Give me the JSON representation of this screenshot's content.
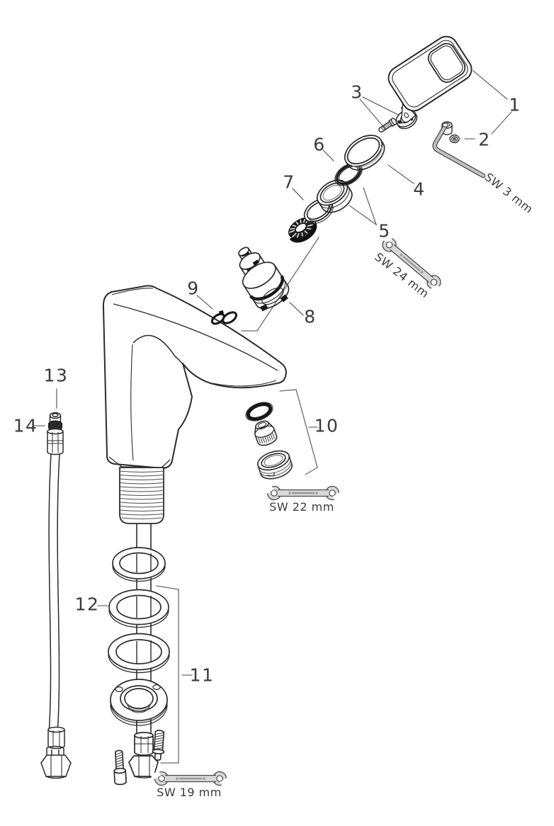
{
  "diagram": {
    "kind": "exploded-parts-diagram",
    "subject": "single-lever basin mixer faucet",
    "colors": {
      "background": "#ffffff",
      "line": "#2b2b2b",
      "leader": "#6a6a6a",
      "label_text": "#3a3a3a",
      "tool_fill": "#d8d8d8",
      "rubber_black": "#1c1c1c"
    },
    "part_labels": [
      {
        "id": 1,
        "label": "1"
      },
      {
        "id": 2,
        "label": "2"
      },
      {
        "id": 3,
        "label": "3"
      },
      {
        "id": 4,
        "label": "4"
      },
      {
        "id": 5,
        "label": "5"
      },
      {
        "id": 6,
        "label": "6"
      },
      {
        "id": 7,
        "label": "7"
      },
      {
        "id": 8,
        "label": "8"
      },
      {
        "id": 9,
        "label": "9"
      },
      {
        "id": 10,
        "label": "10"
      },
      {
        "id": 11,
        "label": "11"
      },
      {
        "id": 12,
        "label": "12"
      },
      {
        "id": 13,
        "label": "13"
      },
      {
        "id": 14,
        "label": "14"
      }
    ],
    "tool_labels": [
      {
        "id": "sw-3",
        "label": "SW 3 mm"
      },
      {
        "id": "sw-24",
        "label": "SW 24 mm"
      },
      {
        "id": "sw-22",
        "label": "SW 22 mm"
      },
      {
        "id": "sw-19",
        "label": "SW 19 mm"
      }
    ]
  }
}
